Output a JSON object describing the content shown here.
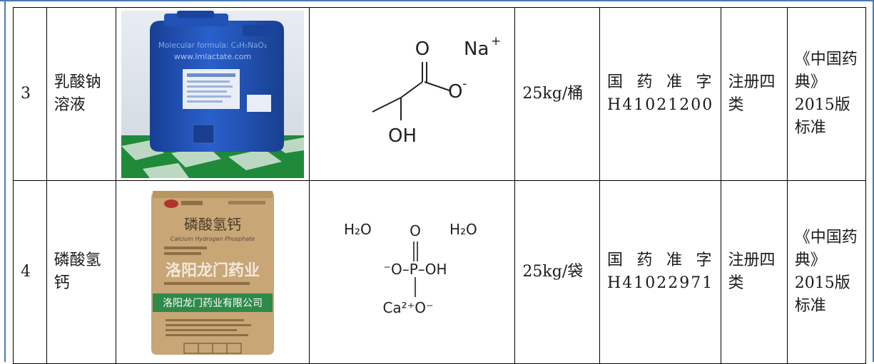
{
  "rows": [
    {
      "no": "3",
      "name": "乳酸钠溶液",
      "image_overlay_line1": "Molecular formula: C₃H₅NaO₃",
      "image_overlay_line2": "www.lmlactate.com",
      "structure": {
        "na": "Na",
        "charge": "+",
        "o_top": "O",
        "o_minus": "O",
        "minus": "-",
        "oh": "OH"
      },
      "spec": "25kg/桶",
      "approval": "国 药 准 字 H41021200",
      "registration": "注册四类",
      "standard": "《中国药典》2015版标准"
    },
    {
      "no": "4",
      "name": "磷酸氢钙",
      "image_title": "磷酸氢钙",
      "image_subtitle": "Calcium Hydrogen Phosphate",
      "image_company": "洛阳龙门药业有限公司",
      "image_watermark": "洛阳龙门药业",
      "structure": {
        "h2o_left": "H₂O",
        "h2o_right": "H₂O",
        "o_top": "O",
        "left_group": "⁻O–P–OH",
        "bottom": "Ca²⁺O⁻"
      },
      "spec": "25kg/袋",
      "approval": "国 药 准 字 H41022971",
      "registration": "注册四类",
      "standard": "《中国药典》2015版标准"
    }
  ],
  "colors": {
    "frame": "#4a7ab5",
    "drum": "#1f4fb8",
    "pallet": "#1e8a3a",
    "bag": "#c8a676",
    "bag_band": "#2f8a4a"
  }
}
